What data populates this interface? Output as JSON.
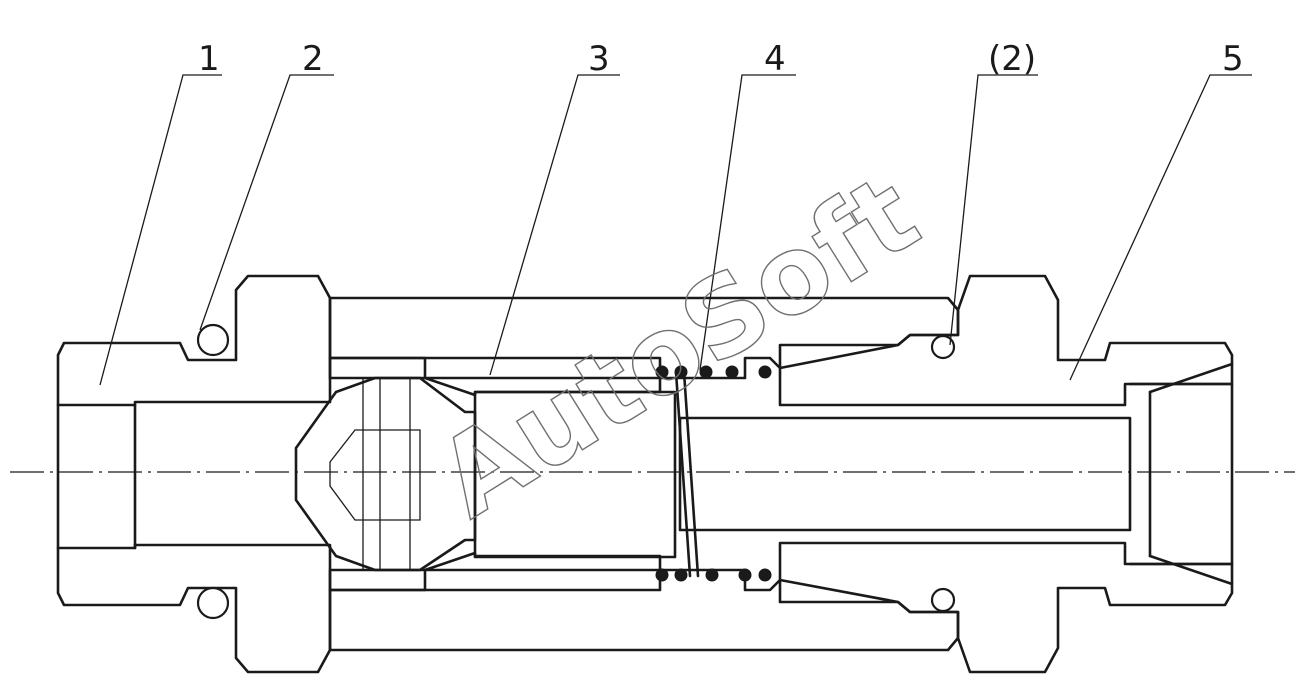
{
  "callouts": [
    {
      "id": "label-1",
      "text": "1"
    },
    {
      "id": "label-2",
      "text": "2"
    },
    {
      "id": "label-3",
      "text": "3"
    },
    {
      "id": "label-4",
      "text": "4"
    },
    {
      "id": "label-2b",
      "text": "(2)"
    },
    {
      "id": "label-5",
      "text": "5"
    }
  ],
  "watermark": "AutoSoft",
  "colors": {
    "line": "#1a1a1a",
    "background": "#ffffff",
    "watermark": "#707070"
  }
}
